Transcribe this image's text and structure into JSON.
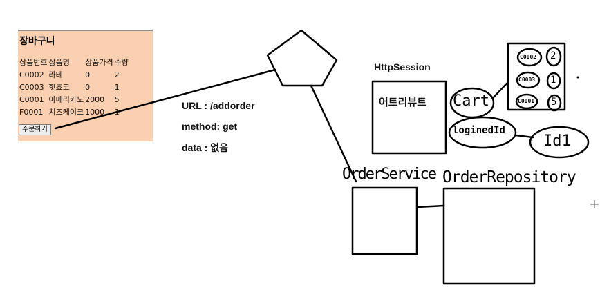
{
  "cart": {
    "title": "장바구니",
    "headers": [
      "상품번호",
      "상품명",
      "상품가격",
      "수량"
    ],
    "rows": [
      [
        "C0002",
        "라테",
        "0",
        "2"
      ],
      [
        "C0003",
        "핫쵸코",
        "0",
        "1"
      ],
      [
        "C0001",
        "아메리카노",
        "2000",
        "5"
      ],
      [
        "F0001",
        "치즈케이크",
        "1000",
        "1"
      ]
    ],
    "order_button": "주문하기"
  },
  "request": {
    "url": "URL : /addorder",
    "method": "method: get",
    "data": "data : 없음"
  },
  "session": {
    "title": "HttpSession",
    "attribute_label": "어트리뷰트",
    "cart_label": "Cart",
    "login_label": "loginedId",
    "login_value": "Id1",
    "cart_items": [
      {
        "code": "C0002",
        "qty": "2"
      },
      {
        "code": "C0003",
        "qty": "1"
      },
      {
        "code": "C0001",
        "qty": "5"
      }
    ]
  },
  "components": {
    "service": "OrderService",
    "repository": "OrderRepository"
  }
}
